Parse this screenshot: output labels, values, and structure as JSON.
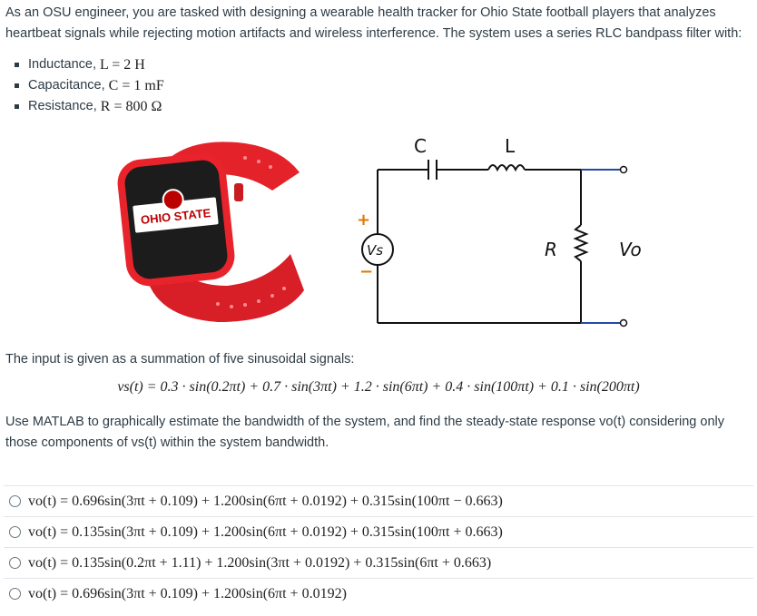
{
  "intro": {
    "line1": "As an OSU engineer, you are tasked with designing a wearable health tracker for Ohio State football players that analyzes",
    "line2": "heartbeat signals while rejecting motion artifacts and wireless interference. The system uses a series RLC bandpass filter with:"
  },
  "specs": [
    {
      "label": "Inductance,",
      "math": "L = 2 H"
    },
    {
      "label": "Capacitance,",
      "math": "C = 1 mF"
    },
    {
      "label": "Resistance,",
      "math": "R = 800 Ω"
    }
  ],
  "watch": {
    "screen_text": "OHIO STATE",
    "band_color": "#e4222a",
    "screen_color": "#1c1c1c"
  },
  "circuit": {
    "label_c": "C",
    "label_l": "L",
    "label_r": "R",
    "label_vs": "Vs",
    "label_vo": "Vo",
    "plus": "+",
    "minus": "−"
  },
  "input_text": "The input is given as a summation of five sinusoidal signals:",
  "equation": "vs(t) = 0.3 · sin(0.2πt) + 0.7 · sin(3πt) + 1.2 · sin(6πt) + 0.4 · sin(100πt) + 0.1 · sin(200πt)",
  "task": {
    "line1": "Use MATLAB to graphically estimate the bandwidth of the system, and find the steady-state response vo(t) considering only",
    "line2": "those components of vs(t) within the system bandwidth."
  },
  "answers": [
    "vo(t) = 0.696sin(3πt + 0.109) + 1.200sin(6πt + 0.0192) + 0.315sin(100πt − 0.663)",
    "vo(t) = 0.135sin(3πt + 0.109) + 1.200sin(6πt + 0.0192) + 0.315sin(100πt + 0.663)",
    "vo(t) = 0.135sin(0.2πt + 1.11) + 1.200sin(3πt + 0.0192) + 0.315sin(6πt + 0.663)",
    "vo(t) = 0.696sin(3πt + 0.109) + 1.200sin(6πt + 0.0192)"
  ]
}
